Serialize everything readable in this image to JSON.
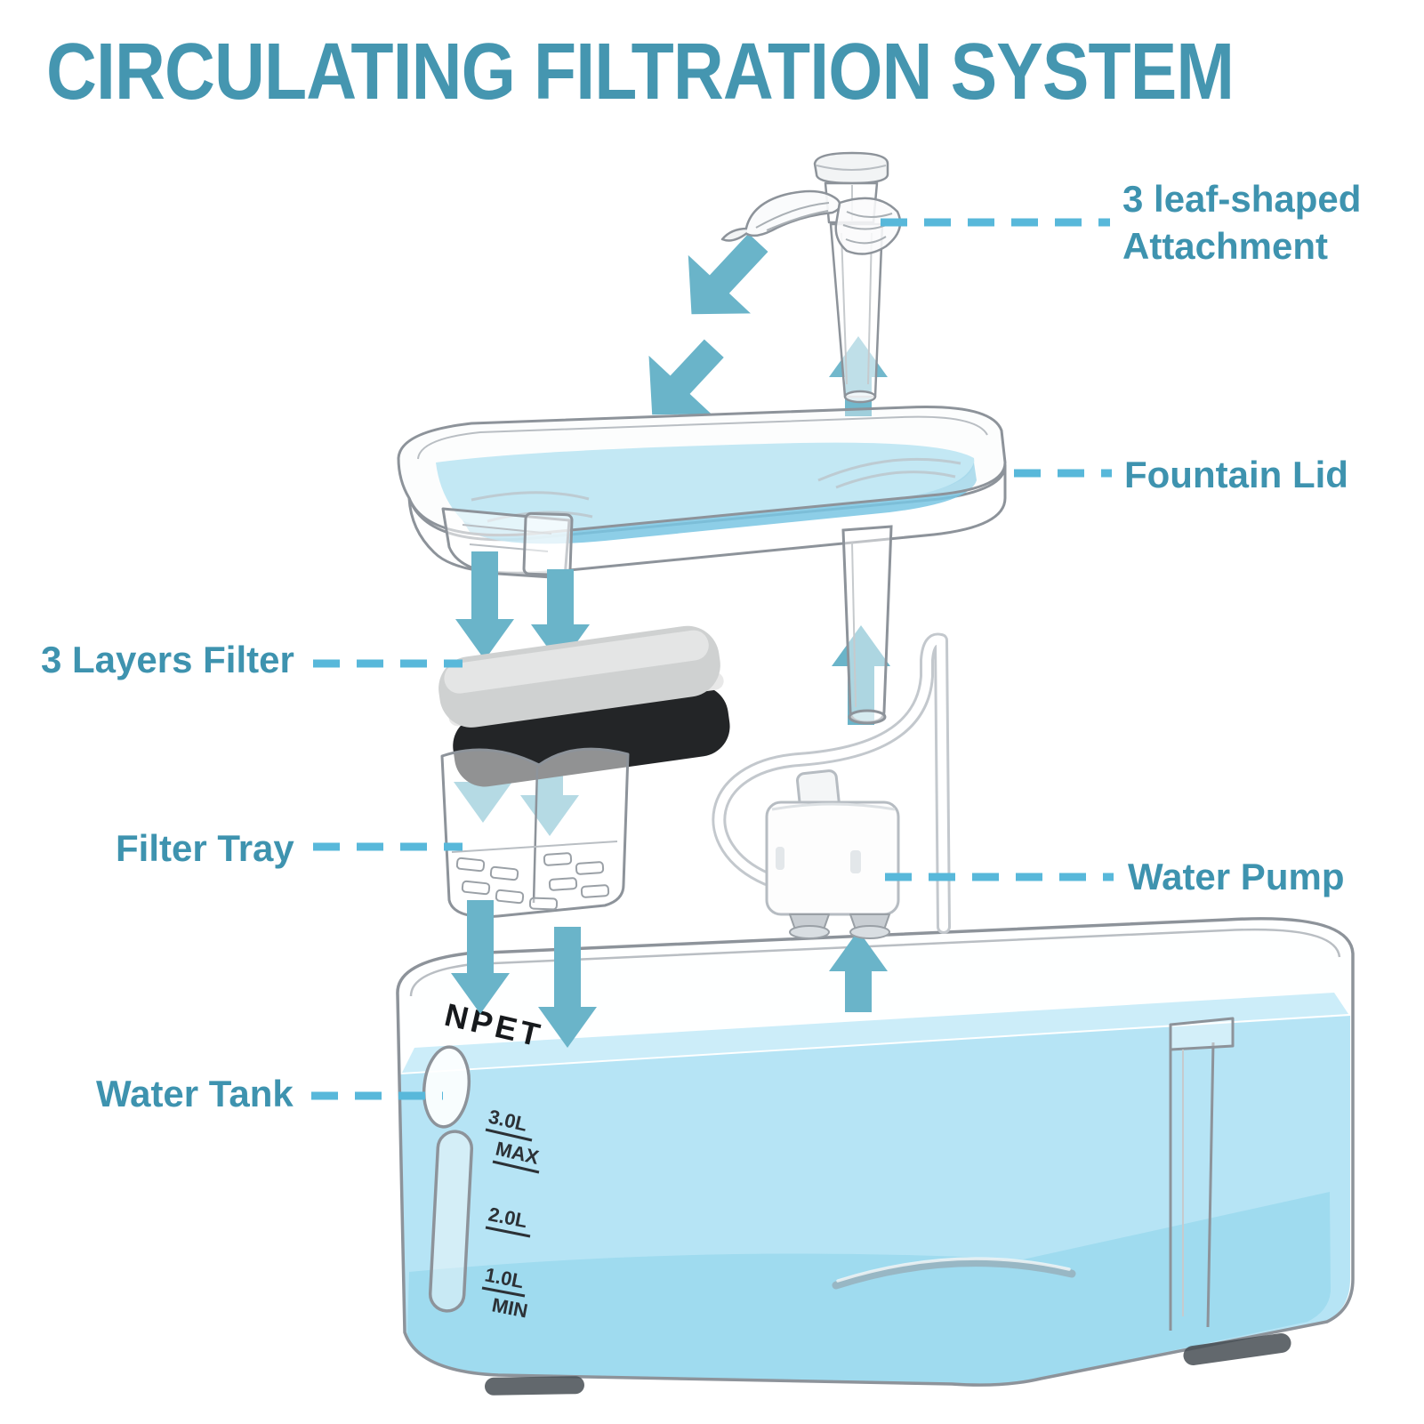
{
  "title": "CIRCULATING FILTRATION SYSTEM",
  "callouts": {
    "leaf_attachment": {
      "text": "3 leaf-shaped\nAttachment"
    },
    "fountain_lid": {
      "text": "Fountain Lid"
    },
    "layers_filter": {
      "text": "3 Layers Filter"
    },
    "filter_tray": {
      "text": "Filter Tray"
    },
    "water_pump": {
      "text": "Water Pump"
    },
    "water_tank": {
      "text": "Water Tank"
    }
  },
  "tank": {
    "brand": "NPET",
    "gauge": {
      "max_value": "3.0L",
      "max_label": "MAX",
      "mid_value": "2.0L",
      "min_value": "1.0L",
      "min_label": "MIN"
    }
  },
  "colors": {
    "accent_text": "#4596b0",
    "dash_line": "#58b8da",
    "flow_arrow": "#6ab4c9",
    "water": "#a8dff3",
    "water_deep": "#8bd3ec",
    "outline": "#8d939a"
  }
}
